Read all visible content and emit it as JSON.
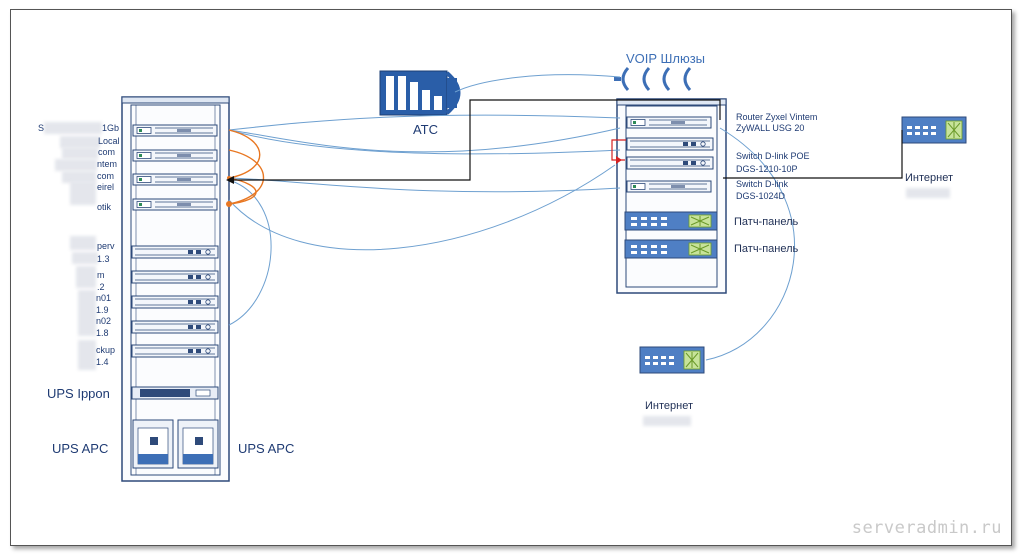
{
  "left_rack": {
    "device_labels": [
      {
        "id": "srv1a",
        "text": "S"
      },
      {
        "id": "srv1b",
        "text": "1Gb"
      },
      {
        "id": "srv2",
        "text": "Local"
      },
      {
        "id": "srv3",
        "text": "com"
      },
      {
        "id": "srv4",
        "text": "ntem"
      },
      {
        "id": "srv5",
        "text": "com"
      },
      {
        "id": "srv6",
        "text": "eirel"
      },
      {
        "id": "srv7",
        "text": "otik"
      },
      {
        "id": "srv8",
        "text": "perv"
      },
      {
        "id": "srv9",
        "text": "1.3"
      },
      {
        "id": "srv10",
        "text": "m"
      },
      {
        "id": "srv11",
        "text": ".2"
      },
      {
        "id": "srv12",
        "text": "n01"
      },
      {
        "id": "srv13",
        "text": "1.9"
      },
      {
        "id": "srv14",
        "text": "n02"
      },
      {
        "id": "srv15",
        "text": "1.8"
      },
      {
        "id": "srv16",
        "text": "ckup"
      },
      {
        "id": "srv17",
        "text": "1.4"
      }
    ],
    "ups_ippon": "UPS Ippon",
    "ups_apc_left": "UPS APC",
    "ups_apc_right": "UPS APC"
  },
  "pbx_label": "АТС",
  "voip_label": "VOIP Шлюзы",
  "right_rack": {
    "router_line1": "Router Zyxel Vintem",
    "router_line2": "ZyWALL USG 20",
    "poe_line1": "Switch D-link POE",
    "poe_line2": "DGS-1210-10P",
    "sw_line1": "Switch D-link",
    "sw_line2": "DGS-1024D",
    "patch1": "Патч-панель",
    "patch2": "Патч-панель"
  },
  "internet_top": "Интернет",
  "internet_bottom": "Интернет",
  "watermark": "serveradmin.ru",
  "colors": {
    "rack": "#2e4a7a",
    "device": "#3d6fb6",
    "device_fill": "#eef3fb",
    "link_blue": "#6ea0d0",
    "link_orange": "#e87722",
    "link_black": "#111111",
    "modem_green": "#8bc34a",
    "pbx_blue": "#2a5ea8"
  }
}
